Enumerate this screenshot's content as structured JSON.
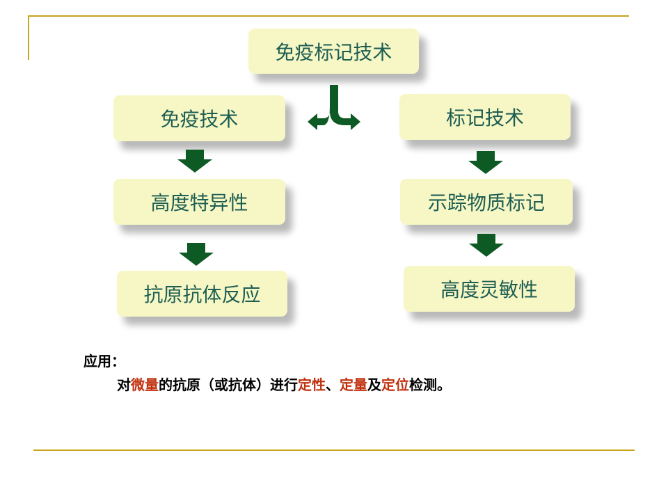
{
  "diagram": {
    "root": "免疫标记技术",
    "left_branch": [
      "免疫技术",
      "高度特异性",
      "抗原抗体反应"
    ],
    "right_branch": [
      "标记技术",
      "示踪物质标记",
      "高度灵敏性"
    ]
  },
  "application": {
    "heading": "应用：",
    "segments": [
      {
        "text": "对",
        "accent": false
      },
      {
        "text": "微量",
        "accent": true
      },
      {
        "text": "的抗原（或抗体）进行",
        "accent": false
      },
      {
        "text": "定性",
        "accent": true
      },
      {
        "text": "、",
        "accent": false
      },
      {
        "text": "定量",
        "accent": true
      },
      {
        "text": "及",
        "accent": false
      },
      {
        "text": "定位",
        "accent": true
      },
      {
        "text": "检测。",
        "accent": false
      }
    ]
  },
  "colors": {
    "box_fill": "#f7f7c6",
    "box_text": "#1d5e52",
    "arrow": "#0d5a24",
    "accent_text": "#c0310e",
    "rule": "#c8a21a"
  }
}
